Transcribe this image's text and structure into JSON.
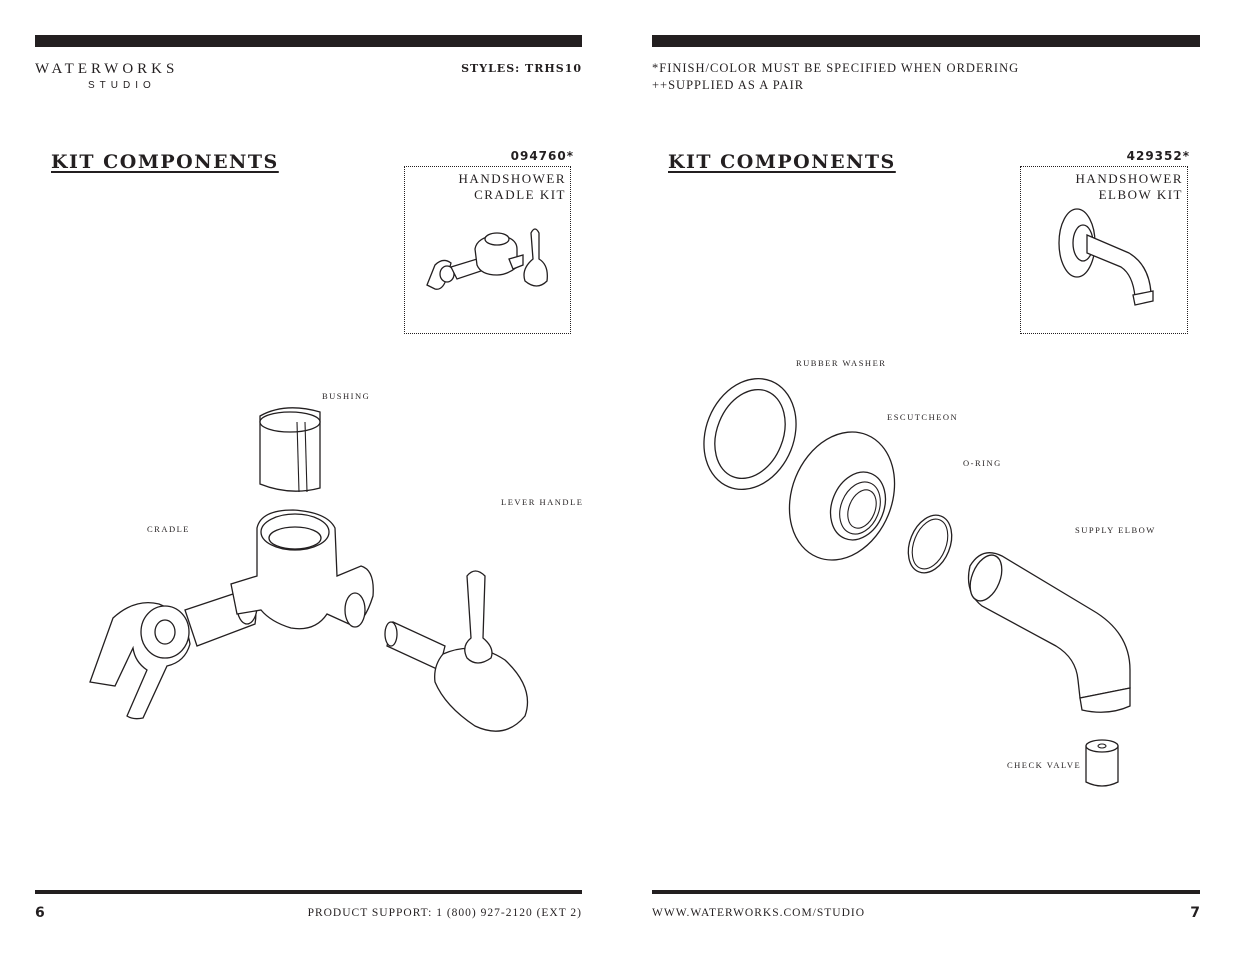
{
  "left_page": {
    "brand": "WATERWORKS",
    "brand_sub": "STUDIO",
    "styles_label": "STYLES: TRHS10",
    "section_title": "KIT COMPONENTS",
    "kit": {
      "part_number": "094760*",
      "name_line1": "HANDSHOWER",
      "name_line2": "CRADLE KIT"
    },
    "labels": {
      "bushing": "BUSHING",
      "lever_handle": "LEVER HANDLE",
      "cradle": "CRADLE"
    },
    "page_number": "6",
    "footer_text": "PRODUCT SUPPORT: 1 (800) 927-2120 (EXT 2)"
  },
  "right_page": {
    "note_line1": "*FINISH/COLOR MUST BE SPECIFIED WHEN ORDERING",
    "note_line2": "++SUPPLIED AS A PAIR",
    "section_title": "KIT COMPONENTS",
    "kit": {
      "part_number": "429352*",
      "name_line1": "HANDSHOWER",
      "name_line2": "ELBOW KIT"
    },
    "labels": {
      "rubber_washer": "RUBBER  WASHER",
      "escutcheon": "ESCUTCHEON",
      "o_ring": "O-RING",
      "supply_elbow": "SUPPLY ELBOW",
      "check_valve": "CHECK VALVE"
    },
    "page_number": "7",
    "footer_text": "WWW.WATERWORKS.COM/STUDIO"
  }
}
